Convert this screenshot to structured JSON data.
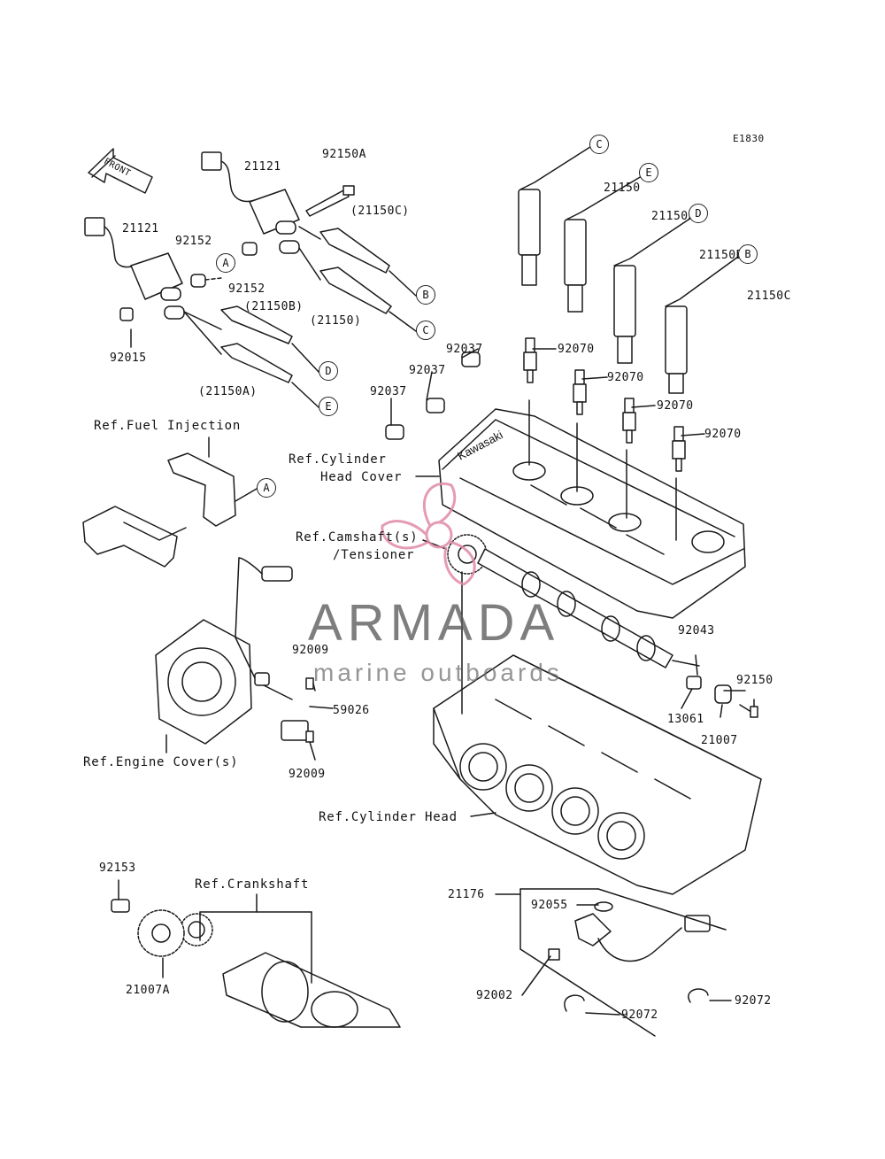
{
  "diagram_code": "E1830",
  "front_label": "FRONT",
  "part_labels": {
    "p21121_right": "21121",
    "p92150A": "92150A",
    "p21121_left": "21121",
    "p92152_top": "92152",
    "p92152_mid": "92152",
    "p21150C_paren": "(21150C)",
    "p21150B_paren": "(21150B)",
    "p21150_paren": "(21150)",
    "p21150A_paren": "(21150A)",
    "p92015": "92015",
    "p21150": "21150",
    "p21150A": "21150A",
    "p21150B": "21150B",
    "p21150C": "21150C",
    "p92037_a": "92037",
    "p92037_b": "92037",
    "p92037_c": "92037",
    "p92070_a": "92070",
    "p92070_b": "92070",
    "p92070_c": "92070",
    "p92070_d": "92070",
    "p92043": "92043",
    "p92150": "92150",
    "p13061": "13061",
    "p21007": "21007",
    "p92009_top": "92009",
    "p59026": "59026",
    "p92009_bot": "92009",
    "p92153": "92153",
    "p21007A": "21007A",
    "p21176": "21176",
    "p92055": "92055",
    "p92002": "92002",
    "p92072_a": "92072",
    "p92072_b": "92072"
  },
  "ref_labels": {
    "fuel_injection": "Ref.Fuel Injection",
    "cyl_head_cover_1": "Ref.Cylinder",
    "cyl_head_cover_2": "Head Cover",
    "camshaft_1": "Ref.Camshaft(s)",
    "camshaft_2": "/Tensioner",
    "engine_cover": "Ref.Engine Cover(s)",
    "cylinder_head": "Ref.Cylinder Head",
    "crankshaft": "Ref.Crankshaft"
  },
  "callouts": {
    "A1": "A",
    "A2": "A",
    "B1": "B",
    "B2": "B",
    "C1": "C",
    "C2": "C",
    "D1": "D",
    "D2": "D",
    "E1": "E",
    "E2": "E"
  },
  "watermark": {
    "title": "ARMADA",
    "subtitle": "marine outboards",
    "color": "#e08aa8"
  }
}
